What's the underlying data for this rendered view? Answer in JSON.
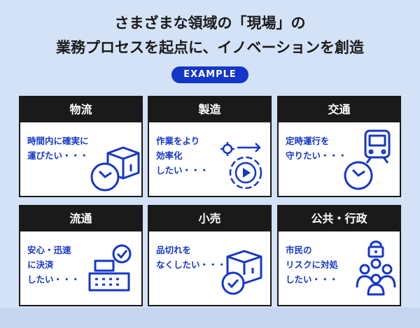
{
  "headline": {
    "line1": "さまざまな領域の「現場」の",
    "line2": "業務プロセスを起点に、イノベーションを創造"
  },
  "badge": "EXAMPLE",
  "colors": {
    "accent": "#1437c8",
    "card_header": "#1a1a1a",
    "background": "#d4e2f7"
  },
  "cards": [
    {
      "title": "物流",
      "text": "時間内に確実に\n運びたい・・・",
      "icon": "box-clock-icon"
    },
    {
      "title": "製造",
      "text": "作業をより\n効率化\nしたい・・・",
      "icon": "gear-play-icon"
    },
    {
      "title": "交通",
      "text": "定時運行を\n守りたい・・・",
      "icon": "train-clock-icon"
    },
    {
      "title": "流通",
      "text": "安心・迅速\nに決済\nしたい・・・",
      "icon": "register-check-icon"
    },
    {
      "title": "小売",
      "text": "品切れを\nなくしたい・・・",
      "icon": "box-check-icon"
    },
    {
      "title": "公共・行政",
      "text": "市民の\nリスクに対処\nしたい・・・",
      "icon": "people-lock-icon"
    }
  ]
}
